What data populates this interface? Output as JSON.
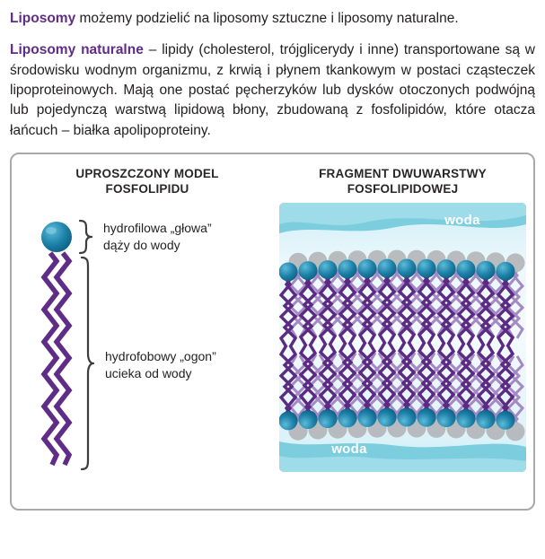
{
  "intro": {
    "p1": {
      "bold": "Liposomy",
      "rest": " możemy podzielić na liposomy sztuczne i liposomy naturalne."
    },
    "p2": {
      "bold": "Liposomy naturalne",
      "rest": " – lipidy (cholesterol, trójglicerydy i inne) transportowane są w środowisku wodnym organizmu, z krwią i płynem tkankowym w postaci cząsteczek lipoproteinowych. Mają one postać pęcherzyków lub dysków otoczonych podwójną lub pojedynczą warstwą lipidową błony, zbudowaną z fosfolipidów, które otacza łańcuch – białka apolipoproteiny."
    }
  },
  "figure": {
    "left_panel": {
      "title_line1": "UPROSZCZONY MODEL",
      "title_line2": "FOSFOLIPIDU",
      "head_label_line1": "hydrofilowa „głowa”",
      "head_label_line2": "dąży do wody",
      "tail_label_line1": "hydrofobowy „ogon”",
      "tail_label_line2": "ucieka od wody"
    },
    "right_panel": {
      "title_line1": "FRAGMENT DWUWARSTWY",
      "title_line2": "FOSFOLIPIDOWEJ",
      "water_label_top": "woda",
      "water_label_bottom": "woda"
    }
  },
  "colors": {
    "accent_purple": "#5f2c87",
    "tail_purple": "#5b2a82",
    "tail_purple_back": "#a184c2",
    "head_teal": "#1e82a9",
    "head_gray": "#b6b9bc",
    "water_cyan": "#7ccede",
    "box_border": "#a7a9ac"
  }
}
